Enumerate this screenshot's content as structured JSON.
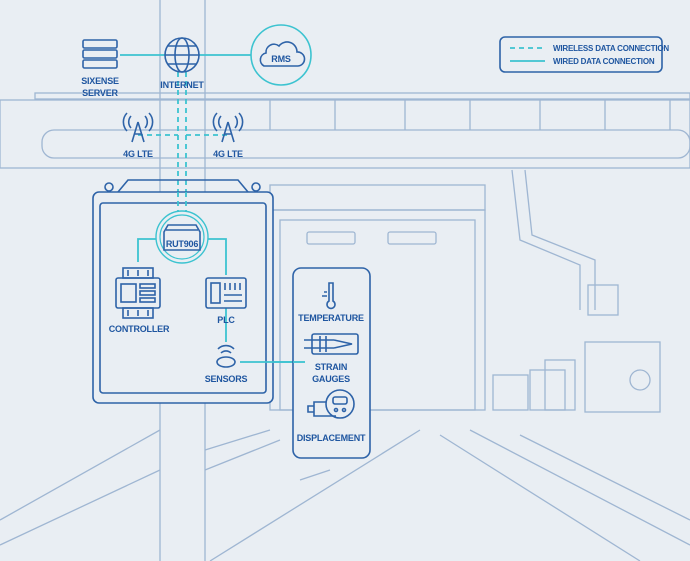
{
  "legend": {
    "wireless_label": "WIRELESS DATA CONNECTION",
    "wired_label": "WIRED DATA CONNECTION"
  },
  "nodes": {
    "server": [
      "SIXENSE",
      "SERVER"
    ],
    "internet": "INTERNET",
    "rms": "RMS",
    "lte_left": "4G LTE",
    "lte_right": "4G LTE",
    "router": "RUT906",
    "controller": "CONTROLLER",
    "plc": "PLC",
    "sensors": "SENSORS"
  },
  "sensor_types": {
    "temperature": "TEMPERATURE",
    "strain": [
      "STRAIN",
      "GAUGES"
    ],
    "displacement": "DISPLACEMENT"
  },
  "colors": {
    "line": "#2e63a8",
    "wired": "#3cc3d0",
    "background": "#e9eef3"
  }
}
